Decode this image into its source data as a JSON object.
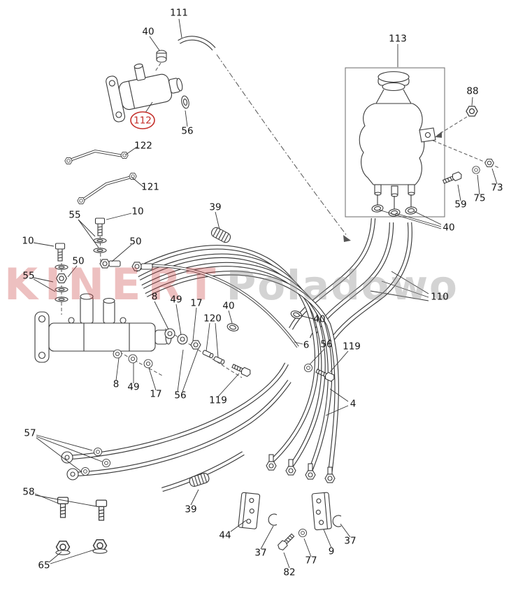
{
  "watermark": {
    "part1": "KINERT",
    "part2": "Poladowo",
    "color1": "#ca4646",
    "color2": "#969696"
  },
  "highlight": {
    "part": "112",
    "color": "#c4302b"
  },
  "labels": {
    "l111": "111",
    "l40a": "40",
    "l113": "113",
    "l88": "88",
    "l112": "112",
    "l56a": "56",
    "l122": "122",
    "l121": "121",
    "l10a": "10",
    "l10b": "10",
    "l55a": "55",
    "l55b": "55",
    "l50a": "50",
    "l50b": "50",
    "l39a": "39",
    "l59": "59",
    "l75": "75",
    "l73": "73",
    "l40b": "40",
    "l110": "110",
    "l8a": "8",
    "l49a": "49",
    "l17a": "17",
    "l120": "120",
    "l40c": "40",
    "l40d": "40",
    "l6": "6",
    "l56b": "56",
    "l119a": "119",
    "l8b": "8",
    "l49b": "49",
    "l17b": "17",
    "l56c": "56",
    "l119b": "119",
    "l4": "4",
    "l57": "57",
    "l58": "58",
    "l39b": "39",
    "l65": "65",
    "l44": "44",
    "l37a": "37",
    "l82": "82",
    "l77": "77",
    "l9": "9",
    "l37b": "37"
  }
}
